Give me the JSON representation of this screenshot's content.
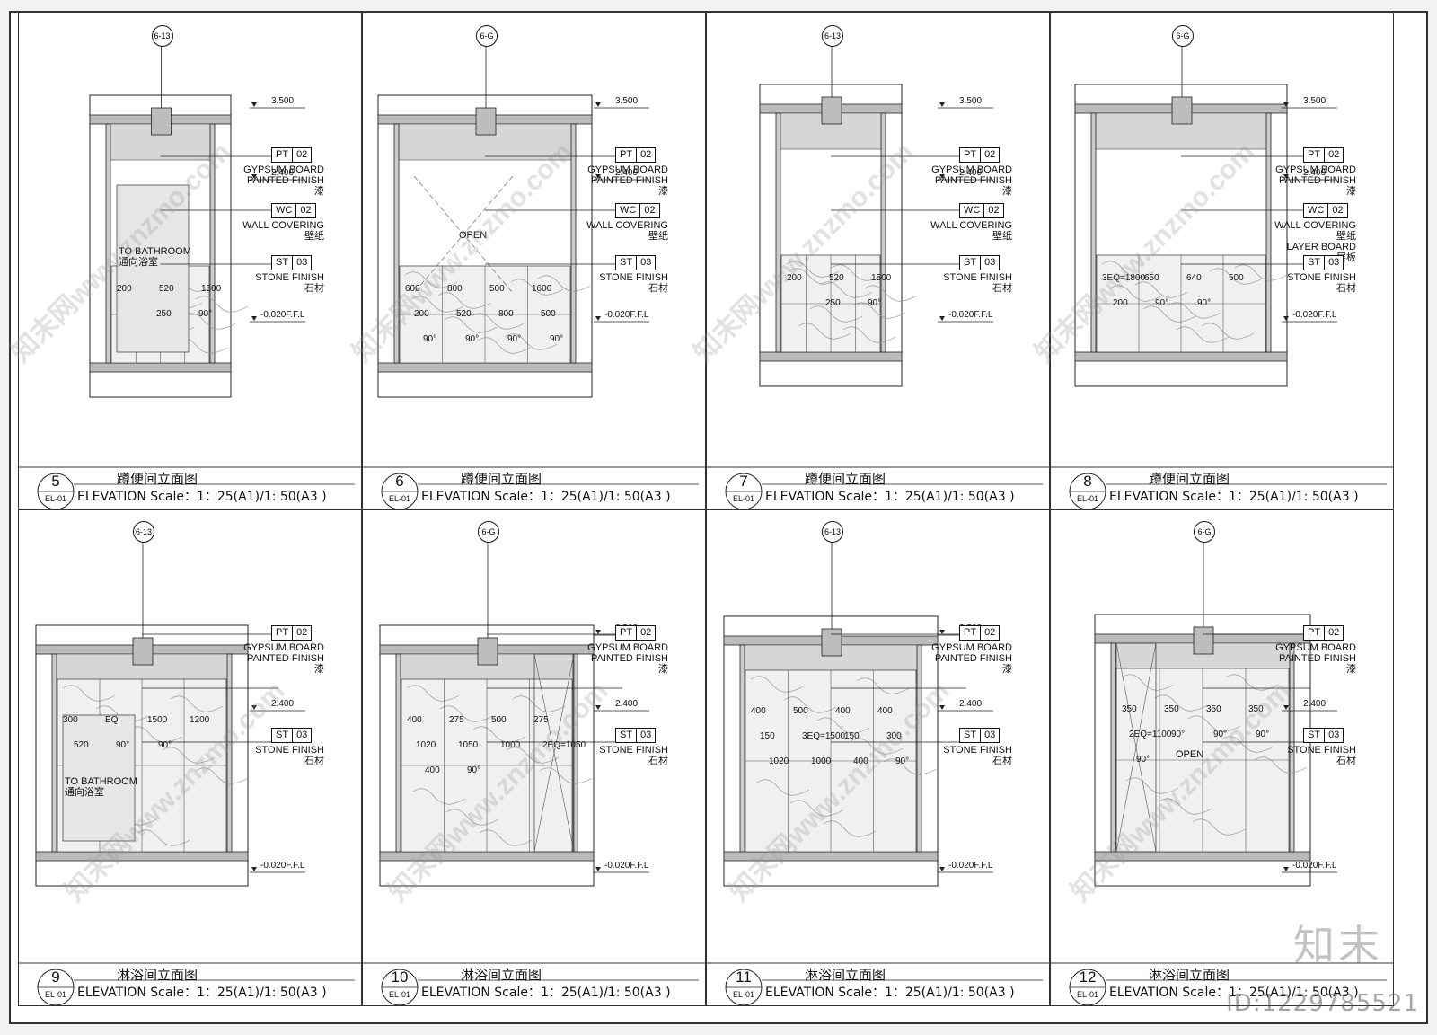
{
  "labels": {
    "pt_code": "PT",
    "pt_num": "02",
    "wc_code": "WC",
    "wc_num": "02",
    "st_code": "ST",
    "st_num": "03",
    "gypsum_en": "GYPSUM BOARD",
    "painted_en": "PAINTED FINISH",
    "painted_zh": "漆",
    "wall_en": "WALL COVERING",
    "wall_zh": "壁纸",
    "stone_en": "STONE FINISH",
    "stone_zh": "石材",
    "layer_en": "LAYER BOARD",
    "layer_zh": "层板",
    "lvl_top": "3.500",
    "lvl_mid": "2.400",
    "lvl_floor": "-0.020F.F.L",
    "open": "OPEN",
    "to_bath_en": "TO BATHROOM",
    "to_bath_zh": "通向浴室",
    "sheet_ref": "EL-01",
    "squat_title": "蹲便间立面图",
    "shower_title": "淋浴间立面图",
    "scale_text": "ELEVATION Scale：1：25(A1)/1: 50(A3 )"
  },
  "panels": [
    {
      "num": "5",
      "title_key": "squat",
      "grid": "6-13"
    },
    {
      "num": "6",
      "title_key": "squat",
      "grid": "6-G"
    },
    {
      "num": "7",
      "title_key": "squat",
      "grid": "6-13"
    },
    {
      "num": "8",
      "title_key": "squat",
      "grid": "6-G"
    },
    {
      "num": "9",
      "title_key": "shower",
      "grid": "6-13"
    },
    {
      "num": "10",
      "title_key": "shower",
      "grid": "6-G"
    },
    {
      "num": "11",
      "title_key": "shower",
      "grid": "6-13"
    },
    {
      "num": "12",
      "title_key": "shower",
      "grid": "6-G"
    }
  ],
  "dims": {
    "p5": [
      "200",
      "520",
      "1500",
      "250",
      "90°"
    ],
    "p6": [
      "600",
      "800",
      "500",
      "1600",
      "200",
      "520",
      "800",
      "500",
      "90°",
      "90°",
      "90°",
      "90°"
    ],
    "p7": [
      "200",
      "520",
      "1500",
      "250",
      "90°"
    ],
    "p8": [
      "3EQ=1800",
      "650",
      "640",
      "500",
      "200",
      "90°",
      "90°"
    ],
    "p9": [
      "300",
      "EQ",
      "1500",
      "1200",
      "520",
      "90°",
      "90°"
    ],
    "p10": [
      "400",
      "275",
      "500",
      "275",
      "1020",
      "1050",
      "1000",
      "2EQ=1050",
      "400",
      "90°"
    ],
    "p11": [
      "400",
      "500",
      "400",
      "400",
      "150",
      "3EQ=1500",
      "150",
      "300",
      "1020",
      "1000",
      "400",
      "90°"
    ],
    "p12": [
      "350",
      "350",
      "350",
      "350",
      "2EQ=1100",
      "90°",
      "90°",
      "90°",
      "90°"
    ]
  },
  "branding": {
    "watermark": "知末网www.znzmo.com",
    "brand": "知末",
    "id_line": "ID:1229785521"
  }
}
